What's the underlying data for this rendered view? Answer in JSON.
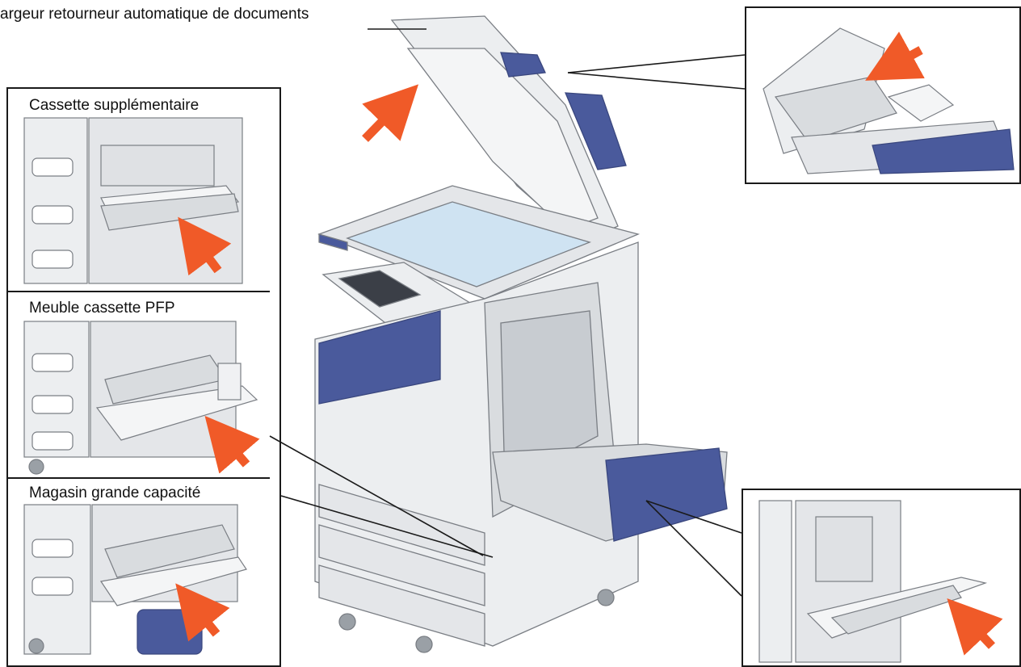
{
  "labels": {
    "adf": "argeur retourneur automatique de documents",
    "cassette": "Cassette supplémentaire",
    "pfp": "Meuble cassette PFP",
    "hcf": "Magasin grande capacité"
  },
  "colors": {
    "machine_body": "#eceef0",
    "machine_line": "#7a7e84",
    "accent_blue": "#4a5a9c",
    "glass": "#cfe3f2",
    "arrow": "#f05a28",
    "frame": "#1a1a1a"
  },
  "icons": [
    "arrow-icon",
    "printer-illustration"
  ]
}
